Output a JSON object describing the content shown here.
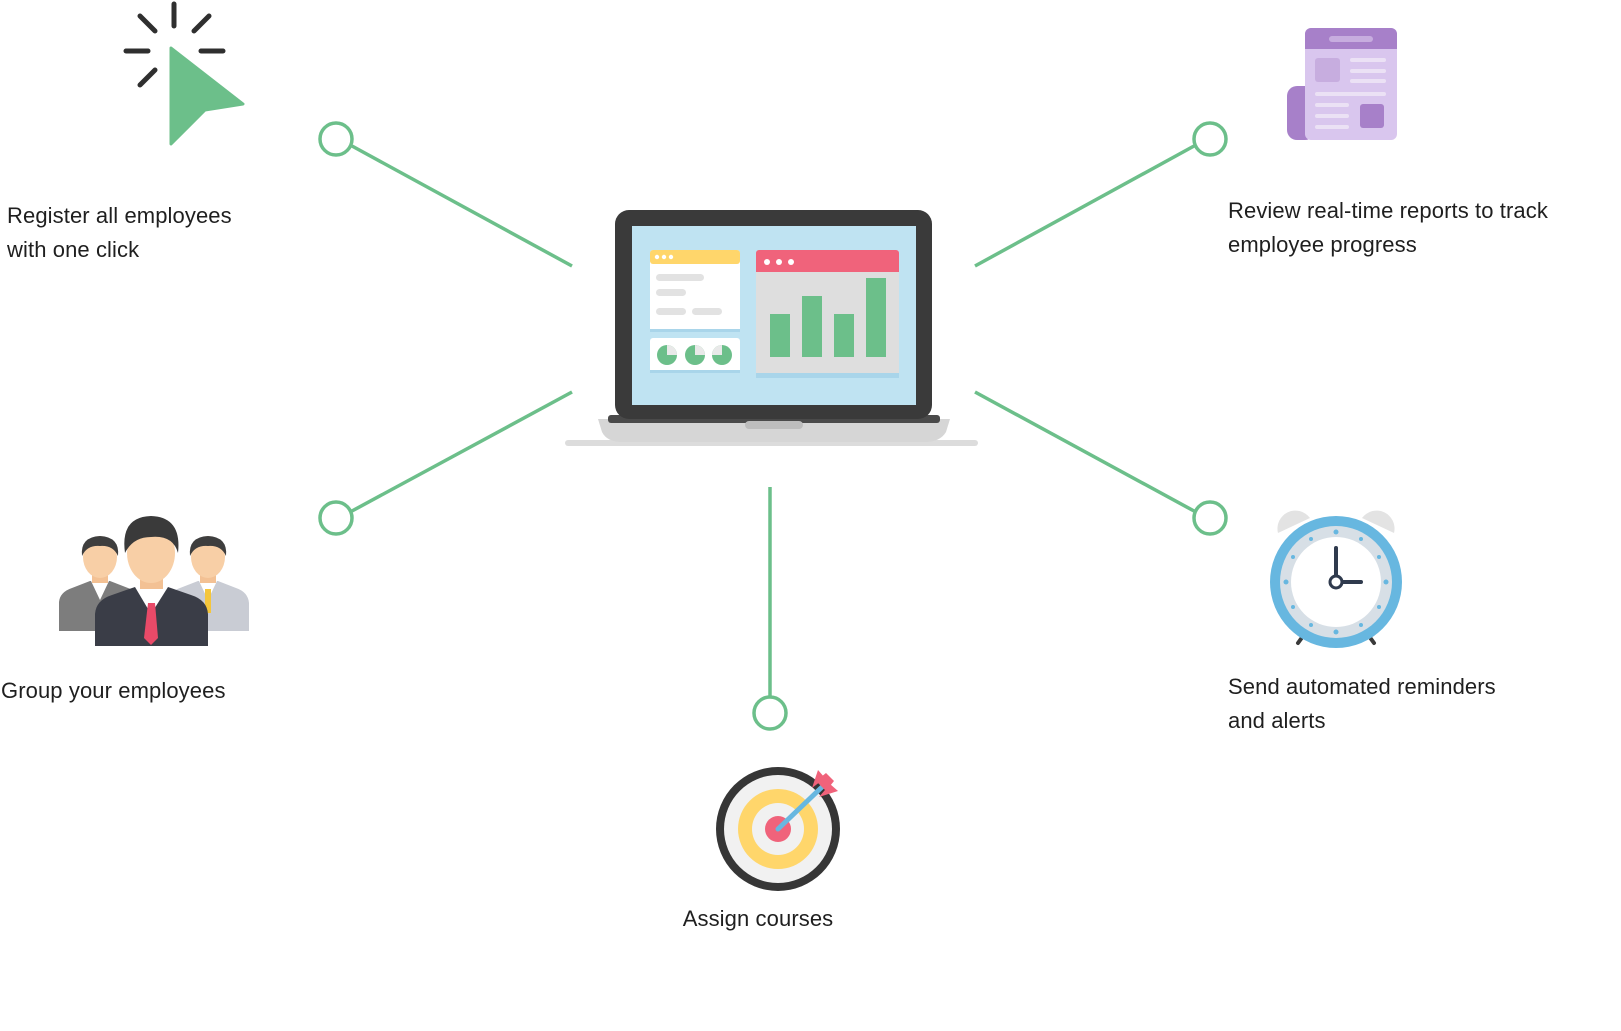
{
  "colors": {
    "connector": "#6cbf8a",
    "laptop_frame": "#3a3a3a",
    "screen": "#bfe3f2",
    "yellow_accent": "#ffd66b",
    "red_accent": "#f0637b",
    "purple_accent": "#a780c9",
    "clock_blue": "#67b7e0",
    "label_text": "#1f1f1f"
  },
  "center_icon": "laptop-dashboard-icon",
  "features": [
    {
      "id": "register",
      "icon": "click-cursor-icon",
      "label": "Register all employees\nwith one click"
    },
    {
      "id": "group",
      "icon": "employee-group-icon",
      "label": "Group your employees"
    },
    {
      "id": "assign",
      "icon": "target-arrow-icon",
      "label": "Assign courses"
    },
    {
      "id": "review",
      "icon": "report-document-icon",
      "label": "Review real-time reports to track\nemployee progress"
    },
    {
      "id": "remind",
      "icon": "alarm-clock-icon",
      "label": "Send automated reminders\nand alerts"
    }
  ]
}
